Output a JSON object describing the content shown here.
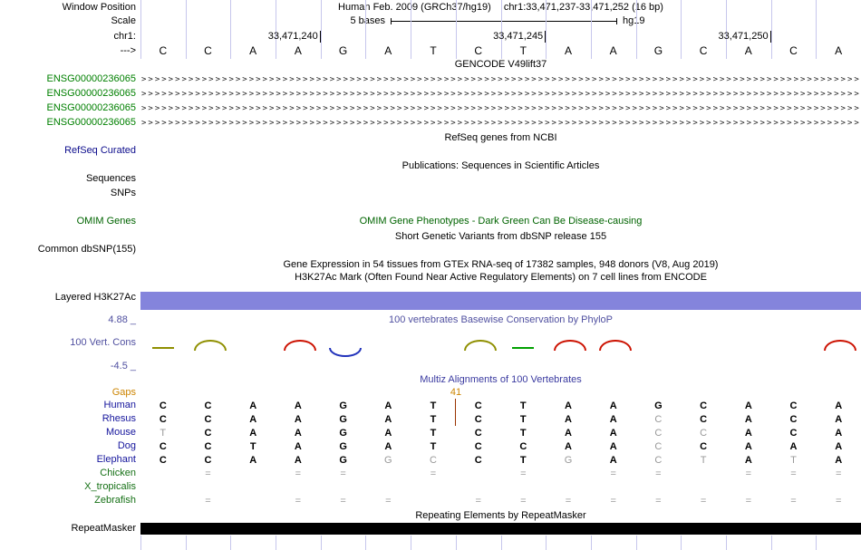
{
  "colors": {
    "guideline": "#c6c6ec",
    "h3k27ac_bar": "#8484dc",
    "repeat_bar": "#000000",
    "label_green": "#008000",
    "refseq_blue": "#0c0c8c",
    "omim_green": "#006400",
    "cons_blue": "#5050a0",
    "multiz_blue": "#3a3aa0",
    "species_blue": "#14149c",
    "species_green": "#157015",
    "gaps_orange": "#cc8400",
    "base_gray": "#999999",
    "insert_tick": "#993300"
  },
  "ruler": {
    "window_position_label": "Window Position",
    "assembly": "Human Feb. 2009 (GRCh37/hg19)",
    "position": "chr1:33,471,237-33,471,252 (16 bp)",
    "scale_label": "Scale",
    "scale_value": "5 bases",
    "scale_genome": "hg19",
    "chrom_label": "chr1:",
    "coords": [
      "33,471,240",
      "33,471,245",
      "33,471,250"
    ],
    "strand_label": "--->",
    "sequence": [
      "C",
      "C",
      "A",
      "A",
      "G",
      "A",
      "T",
      "C",
      "T",
      "A",
      "A",
      "G",
      "C",
      "A",
      "C",
      "A"
    ]
  },
  "gencode": {
    "title": "GENCODE V49lift37",
    "gene_ids": [
      "ENSG00000236065",
      "ENSG00000236065",
      "ENSG00000236065",
      "ENSG00000236065"
    ],
    "strand_char": ">"
  },
  "refseq": {
    "title": "RefSeq genes from NCBI",
    "label": "RefSeq Curated"
  },
  "publications": {
    "title": "Publications: Sequences in Scientific Articles",
    "label": "Sequences"
  },
  "snps": {
    "label": "SNPs"
  },
  "omim": {
    "title": "OMIM Gene Phenotypes - Dark Green Can Be Disease-causing",
    "label": "OMIM Genes"
  },
  "dbsnp": {
    "title": "Short Genetic Variants from dbSNP release 155",
    "label": "Common dbSNP(155)"
  },
  "gtex": {
    "title": "Gene Expression in 54 tissues from GTEx RNA-seq of 17382 samples, 948 donors (V8, Aug 2019)"
  },
  "h3k27ac": {
    "title": "H3K27Ac Mark (Often Found Near Active Regulatory Elements) on 7 cell lines from ENCODE",
    "label": "Layered H3K27Ac"
  },
  "conservation": {
    "title": "100 vertebrates Basewise Conservation by PhyloP",
    "label": "100 Vert. Cons",
    "max": "4.88 _",
    "min": "-4.5 _",
    "marks": [
      {
        "col": 0,
        "type": "dash",
        "color": "#8f8f00"
      },
      {
        "col": 1,
        "type": "arc-up",
        "color": "#8f8f00"
      },
      {
        "col": 3,
        "type": "arc-up",
        "color": "#cc1100"
      },
      {
        "col": 4,
        "type": "arc-down",
        "color": "#2233bb"
      },
      {
        "col": 7,
        "type": "arc-up",
        "color": "#8f8f00"
      },
      {
        "col": 8,
        "type": "dash",
        "color": "#00a000"
      },
      {
        "col": 9,
        "type": "arc-up",
        "color": "#cc1100"
      },
      {
        "col": 10,
        "type": "arc-up",
        "color": "#cc1100"
      },
      {
        "col": 15,
        "type": "arc-up",
        "color": "#cc1100"
      }
    ]
  },
  "multiz": {
    "title": "Multiz Alignments of 100 Vertebrates",
    "gaps_label": "Gaps",
    "insert_size": "41",
    "rows": [
      {
        "species": "Human",
        "group": "mammal",
        "bases": [
          "C",
          "C",
          "A",
          "A",
          "G",
          "A",
          "T",
          "C",
          "T",
          "A",
          "A",
          "G",
          "C",
          "A",
          "C",
          "A"
        ],
        "gray": []
      },
      {
        "species": "Rhesus",
        "group": "mammal",
        "bases": [
          "C",
          "C",
          "A",
          "A",
          "G",
          "A",
          "T",
          "C",
          "T",
          "A",
          "A",
          "C",
          "C",
          "A",
          "C",
          "A"
        ],
        "gray": [
          11
        ]
      },
      {
        "species": "Mouse",
        "group": "mammal",
        "bases": [
          "T",
          "C",
          "A",
          "A",
          "G",
          "A",
          "T",
          "C",
          "T",
          "A",
          "A",
          "C",
          "C",
          "A",
          "C",
          "A"
        ],
        "gray": [
          0,
          11,
          12
        ]
      },
      {
        "species": "Dog",
        "group": "mammal",
        "bases": [
          "C",
          "C",
          "T",
          "A",
          "G",
          "A",
          "T",
          "C",
          "C",
          "A",
          "A",
          "C",
          "C",
          "A",
          "A",
          "A"
        ],
        "gray": [
          11
        ]
      },
      {
        "species": "Elephant",
        "group": "mammal",
        "bases": [
          "C",
          "C",
          "A",
          "A",
          "G",
          "G",
          "C",
          "C",
          "T",
          "G",
          "A",
          "C",
          "T",
          "A",
          "T",
          "A"
        ],
        "gray": [
          5,
          6,
          9,
          11,
          12,
          14
        ]
      },
      {
        "species": "Chicken",
        "group": "other",
        "bases": [
          "",
          "=",
          "",
          "=",
          "=",
          "",
          "=",
          "",
          "=",
          "",
          "=",
          "=",
          "",
          "=",
          "=",
          "="
        ],
        "gray": "all"
      },
      {
        "species": "X_tropicalis",
        "group": "other",
        "bases": [
          "",
          "",
          "",
          "",
          "",
          "",
          "",
          "",
          "",
          "",
          "",
          "",
          "",
          "",
          "",
          ""
        ],
        "gray": "all"
      },
      {
        "species": "Zebrafish",
        "group": "other",
        "bases": [
          "",
          "=",
          "",
          "=",
          "=",
          "=",
          "",
          "=",
          "=",
          "=",
          "=",
          "=",
          "=",
          "=",
          "=",
          "="
        ],
        "gray": "all"
      }
    ]
  },
  "repeatmasker": {
    "title": "Repeating Elements by RepeatMasker",
    "label": "RepeatMasker"
  }
}
